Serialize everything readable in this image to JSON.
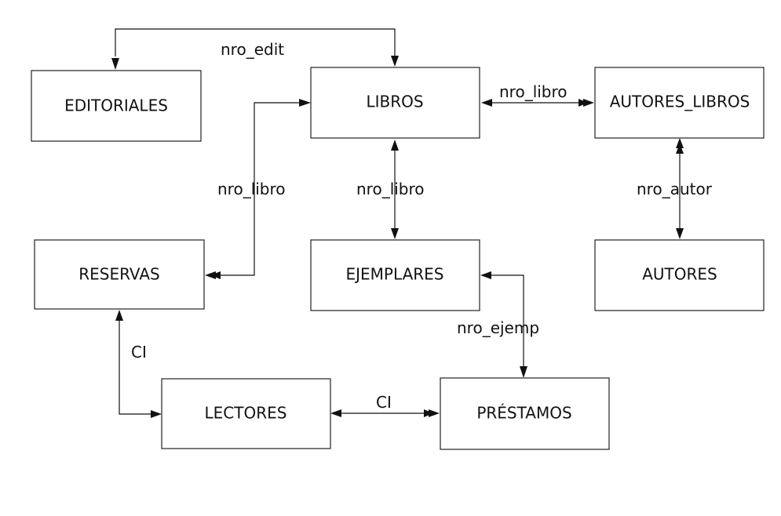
{
  "entities": {
    "editoriales": "EDITORIALES",
    "libros": "LIBROS",
    "autores_libros": "AUTORES_LIBROS",
    "reservas": "RESERVAS",
    "ejemplares": "EJEMPLARES",
    "autores": "AUTORES",
    "lectores": "LECTORES",
    "prestamos": "PRÉSTAMOS"
  },
  "relations": {
    "editoriales_libros": "nro_edit",
    "libros_autores_libros": "nro_libro",
    "libros_reservas": "nro_libro",
    "libros_ejemplares": "nro_libro",
    "autores_libros_autores": "nro_autor",
    "ejemplares_prestamos": "nro_ejemp",
    "reservas_lectores": "CI",
    "lectores_prestamos": "CI"
  },
  "colors": {
    "line": "#111111",
    "box_border": "#222222",
    "background": "#ffffff"
  }
}
